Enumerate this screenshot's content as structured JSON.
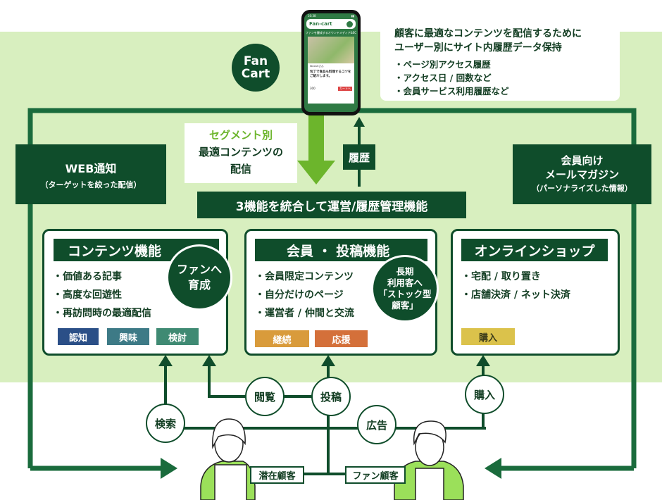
{
  "logo": {
    "text_top": "Fan",
    "text_bottom": "Cart"
  },
  "phone": {
    "time": "10:38",
    "logo": "Fan-cart",
    "banner": "ファンを醸成するオウンドメディア&EC",
    "author": "fancartさん",
    "article_title": "包丁で食品も料理するコツをご紹介します。",
    "likes": "300",
    "cart_button": "カートへ"
  },
  "callout": {
    "title_1": "顧客に最適なコンテンツを配信するために",
    "title_2": "ユーザー別にサイト内履歴データ保持",
    "items": [
      "・ページ別アクセス履歴",
      "・アクセス日 / 回数など",
      "・会員サービス利用履歴など"
    ]
  },
  "segment": {
    "line1": "セグメント別",
    "line2": "最適コンテンツの",
    "line3": "配信"
  },
  "history_label": "履歴",
  "web_notice": {
    "title": "WEB通知",
    "sub": "（ターゲットを絞った配信）"
  },
  "mail": {
    "title1": "会員向け",
    "title2": "メールマガジン",
    "sub": "（パーソナライズした情報）"
  },
  "integration_title": "3機能を統合して運営/履歴管理機能",
  "boxes": [
    {
      "title": "コンテンツ機能",
      "items": [
        "・価値ある記事",
        "・高度な回遊性",
        "・再訪問時の最適配信"
      ],
      "tags": [
        {
          "label": "認知",
          "color": "#2b4f87"
        },
        {
          "label": "興味",
          "color": "#3d7a86"
        },
        {
          "label": "検討",
          "color": "#3f8a73"
        }
      ],
      "badge": [
        "ファンへ",
        "育成"
      ]
    },
    {
      "title": "会員 ・ 投稿機能",
      "items": [
        "・会員限定コンテンツ",
        "・自分だけのページ",
        "・運営者 / 仲間と交流"
      ],
      "tags": [
        {
          "label": "継続",
          "color": "#d99b3b"
        },
        {
          "label": "応援",
          "color": "#d4703a"
        }
      ],
      "badge": [
        "長期",
        "利用客へ",
        "「ストック型",
        "顧客」"
      ]
    },
    {
      "title": "オンラインショップ",
      "items": [
        "・宅配 / 取り置き",
        "・店舗決済 / ネット決済"
      ],
      "tags": [
        {
          "label": "購入",
          "color": "#dbc24b"
        }
      ]
    }
  ],
  "actions": {
    "search": "検索",
    "browse": "閲覧",
    "post": "投稿",
    "ad": "広告",
    "purchase": "購入"
  },
  "customers": {
    "potential": "潜在顧客",
    "fan": "ファン顧客"
  },
  "colors": {
    "dark_green": "#0f4d2b",
    "light_green_band": "#d8efbf",
    "accent_green": "#6cb52c",
    "person_jacket": "#9be05a"
  }
}
